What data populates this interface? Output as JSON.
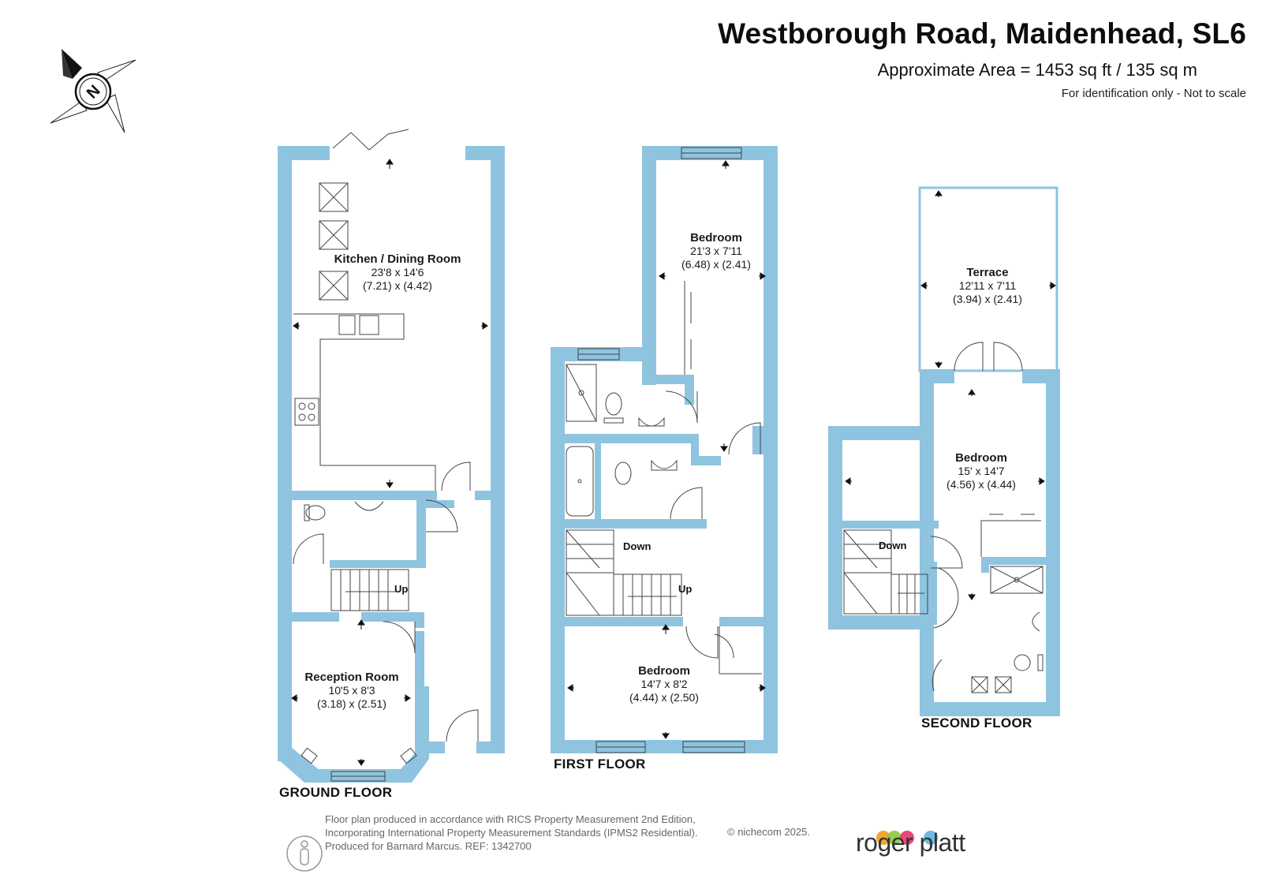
{
  "header": {
    "title": "Westborough Road, Maidenhead, SL6",
    "area": "Approximate Area = 1453 sq ft / 135 sq m",
    "note": "For identification only - Not to scale"
  },
  "compass": {
    "letter": "N"
  },
  "floors": {
    "ground": {
      "label": "GROUND FLOOR",
      "kitchen": {
        "name": "Kitchen / Dining Room",
        "imperial": "23'8 x 14'6",
        "metric": "(7.21) x (4.42)"
      },
      "reception": {
        "name": "Reception Room",
        "imperial": "10'5 x 8'3",
        "metric": "(3.18) x (2.51)"
      },
      "stairs": "Up"
    },
    "first": {
      "label": "FIRST FLOOR",
      "bedroom_rear": {
        "name": "Bedroom",
        "imperial": "21'3 x 7'11",
        "metric": "(6.48) x (2.41)"
      },
      "bedroom_front": {
        "name": "Bedroom",
        "imperial": "14'7 x 8'2",
        "metric": "(4.44) x (2.50)"
      },
      "stairs_down": "Down",
      "stairs_up": "Up"
    },
    "second": {
      "label": "SECOND FLOOR",
      "terrace": {
        "name": "Terrace",
        "imperial": "12'11 x 7'11",
        "metric": "(3.94) x (2.41)"
      },
      "bedroom": {
        "name": "Bedroom",
        "imperial": "15' x 14'7",
        "metric": "(4.56) x (4.44)"
      },
      "stairs_down": "Down"
    }
  },
  "footer": {
    "line1": "Floor plan produced in accordance with RICS Property Measurement 2nd Edition,",
    "line2": "Incorporating International Property Measurement Standards (IPMS2 Residential).",
    "line3": "Produced for Barnard Marcus.   REF: 1342700",
    "copyright": "© nichecom 2025.",
    "brand": "roger platt"
  },
  "colors": {
    "wall": "#8ec4e0",
    "brand_dots": [
      "#f0a830",
      "#8dc63f",
      "#e8336d",
      "#6bbbe0"
    ]
  }
}
